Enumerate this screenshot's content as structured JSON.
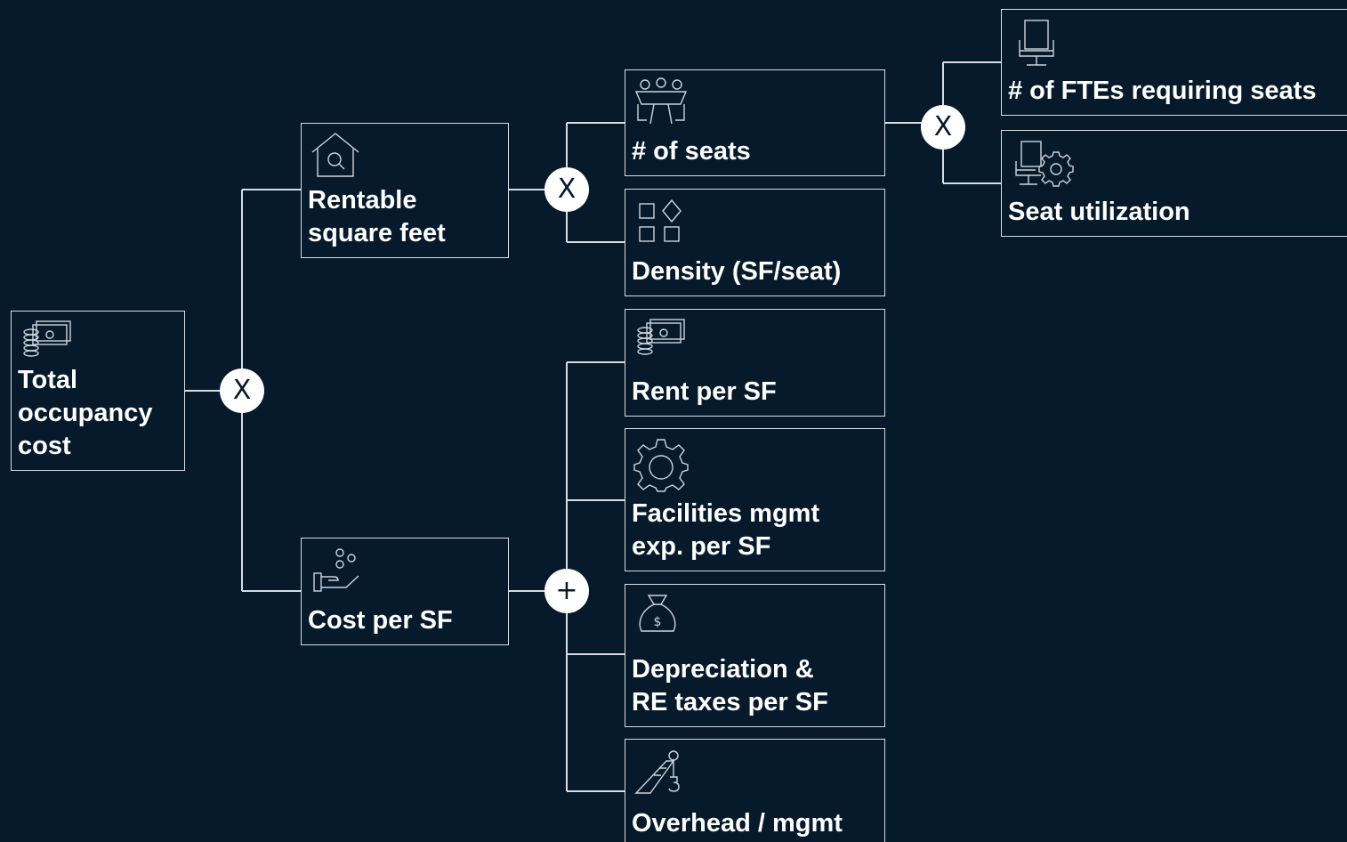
{
  "nodes": {
    "total": {
      "label": "Total\noccupancy\ncost",
      "icon": "money-coins-icon"
    },
    "rentable": {
      "label": "Rentable\nsquare feet",
      "icon": "house-search-icon"
    },
    "cost_per_sf": {
      "label": "Cost per SF",
      "icon": "hand-coins-icon"
    },
    "seats": {
      "label": "# of seats",
      "icon": "meeting-table-icon"
    },
    "density": {
      "label": "Density (SF/seat)",
      "icon": "shapes-icon"
    },
    "rent_per_sf": {
      "label": "Rent per SF",
      "icon": "money-coins-icon"
    },
    "facilities": {
      "label": "Facilities mgmt\nexp. per SF",
      "icon": "gear-icon"
    },
    "depreciation": {
      "label": "Depreciation &\nRE taxes per SF",
      "icon": "money-bag-icon"
    },
    "overhead": {
      "label": "Overhead / mgmt",
      "icon": "crane-icon"
    },
    "ftes": {
      "label": "# of FTEs requiring seats",
      "icon": "desk-chair-icon"
    },
    "utilization": {
      "label": "Seat utilization",
      "icon": "computer-gear-icon"
    }
  },
  "operators": {
    "total_multiply": "X",
    "rentable_multiply": "X",
    "seats_multiply": "X",
    "cost_plus": "+"
  },
  "colors": {
    "background": "#061a2b",
    "line": "#d9dde2",
    "operator": "#ffffff"
  }
}
